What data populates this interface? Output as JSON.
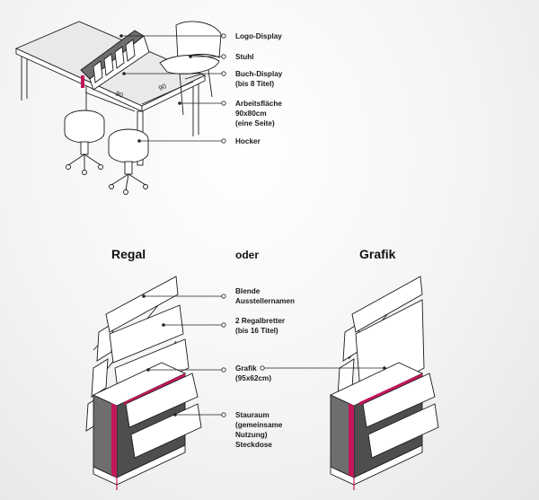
{
  "top_labels": {
    "logo_display": "Logo-Display",
    "stuhl": "Stuhl",
    "buch_display_1": "Buch-Display",
    "buch_display_2": "(bis 8 Titel)",
    "arbeitsflaeche_1": "Arbeitsfläche",
    "arbeitsflaeche_2": "90x80cm",
    "arbeitsflaeche_3": "(eine Seite)",
    "hocker": "Hocker"
  },
  "dimensions": {
    "depth": "80",
    "width": "90"
  },
  "headings": {
    "regal": "Regal",
    "oder": "oder",
    "grafik": "Grafik"
  },
  "shelf_labels": {
    "blende_1": "Blende",
    "blende_2": "Ausstellernamen",
    "regalbretter_1": "2 Regalbretter",
    "regalbretter_2": "(bis 16 Titel)",
    "grafik_1": "Grafik",
    "grafik_2": "(95x62cm)",
    "stauraum_1": "Stauraum",
    "stauraum_2": "(gemeinsame",
    "stauraum_3": "Nutzung)",
    "stauraum_4": "Steckdose"
  },
  "colors": {
    "accent": "#c2185b",
    "cabinet": "#6e6e6e",
    "line": "#1a1a1a"
  }
}
